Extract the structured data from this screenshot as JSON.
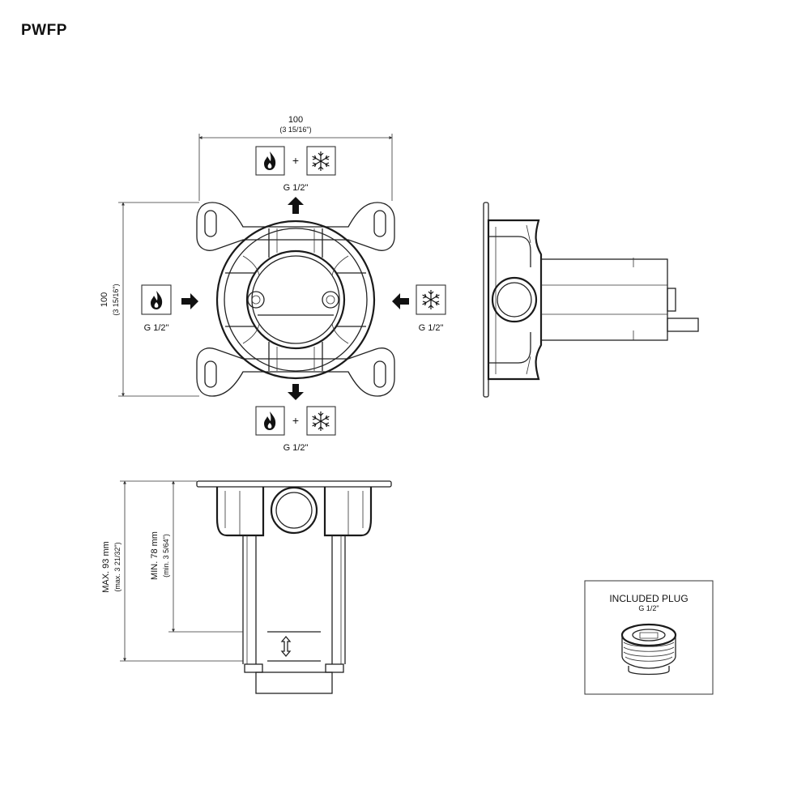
{
  "header": {
    "product_code": "PWFP"
  },
  "front_view": {
    "width_mm": "100",
    "width_in": "(3 15/16\")",
    "height_mm": "100",
    "height_in": "(3 15/16\")",
    "plus": "+",
    "top_port": "G 1/2\"",
    "bottom_port": "G 1/2\"",
    "left_port": "G 1/2\"",
    "right_port": "G 1/2\""
  },
  "section_view": {
    "max_depth": "MAX. 93 mm",
    "max_depth_in": "(max. 3 21/32\")",
    "min_depth": "MIN. 78 mm",
    "min_depth_in": "(min. 3 5/64\")"
  },
  "plug_box": {
    "title": "INCLUDED PLUG",
    "size": "G 1/2\""
  },
  "icons": {
    "hot": "flame-icon",
    "cold": "snowflake-icon",
    "flow": "arrow-icon"
  }
}
